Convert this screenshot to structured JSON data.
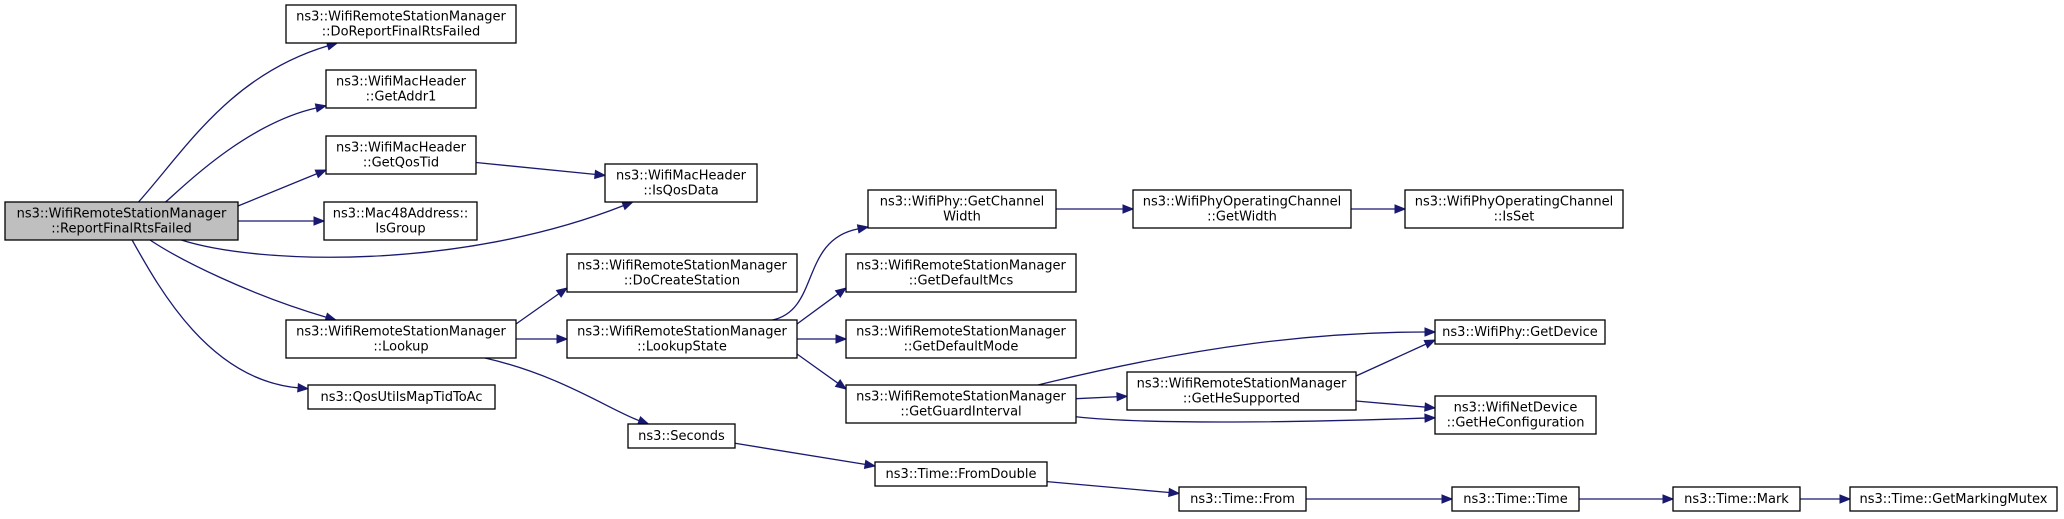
{
  "colors": {
    "edge": "#191970",
    "node_fill": "#ffffff",
    "root_fill": "#bfbfbf",
    "border": "#000000"
  },
  "nodes": [
    {
      "id": "n0",
      "lines": [
        "ns3::WifiRemoteStationManager",
        "::ReportFinalRtsFailed"
      ],
      "root": true
    },
    {
      "id": "n1",
      "lines": [
        "ns3::WifiRemoteStationManager",
        "::DoReportFinalRtsFailed"
      ]
    },
    {
      "id": "n2",
      "lines": [
        "ns3::WifiMacHeader",
        "::GetAddr1"
      ]
    },
    {
      "id": "n3",
      "lines": [
        "ns3::WifiMacHeader",
        "::GetQosTid"
      ]
    },
    {
      "id": "n4",
      "lines": [
        "ns3::WifiMacHeader",
        "::IsQosData"
      ]
    },
    {
      "id": "n5",
      "lines": [
        "ns3::Mac48Address::",
        "IsGroup"
      ]
    },
    {
      "id": "n6",
      "lines": [
        "ns3::WifiRemoteStationManager",
        "::Lookup"
      ]
    },
    {
      "id": "n7",
      "lines": [
        "ns3::QosUtilsMapTidToAc"
      ]
    },
    {
      "id": "n8",
      "lines": [
        "ns3::WifiRemoteStationManager",
        "::DoCreateStation"
      ]
    },
    {
      "id": "n9",
      "lines": [
        "ns3::WifiRemoteStationManager",
        "::LookupState"
      ]
    },
    {
      "id": "n10",
      "lines": [
        "ns3::Seconds"
      ]
    },
    {
      "id": "n11",
      "lines": [
        "ns3::WifiPhy::GetChannel",
        "Width"
      ]
    },
    {
      "id": "n12",
      "lines": [
        "ns3::WifiRemoteStationManager",
        "::GetDefaultMcs"
      ]
    },
    {
      "id": "n13",
      "lines": [
        "ns3::WifiRemoteStationManager",
        "::GetDefaultMode"
      ]
    },
    {
      "id": "n14",
      "lines": [
        "ns3::WifiRemoteStationManager",
        "::GetGuardInterval"
      ]
    },
    {
      "id": "n15",
      "lines": [
        "ns3::WifiPhyOperatingChannel",
        "::GetWidth"
      ]
    },
    {
      "id": "n16",
      "lines": [
        "ns3::WifiPhyOperatingChannel",
        "::IsSet"
      ]
    },
    {
      "id": "n17",
      "lines": [
        "ns3::WifiPhy::GetDevice"
      ]
    },
    {
      "id": "n18",
      "lines": [
        "ns3::WifiRemoteStationManager",
        "::GetHeSupported"
      ]
    },
    {
      "id": "n19",
      "lines": [
        "ns3::WifiNetDevice",
        "::GetHeConfiguration"
      ]
    },
    {
      "id": "n20",
      "lines": [
        "ns3::Time::FromDouble"
      ]
    },
    {
      "id": "n21",
      "lines": [
        "ns3::Time::From"
      ]
    },
    {
      "id": "n22",
      "lines": [
        "ns3::Time::Time"
      ]
    },
    {
      "id": "n23",
      "lines": [
        "ns3::Time::Mark"
      ]
    },
    {
      "id": "n24",
      "lines": [
        "ns3::Time::GetMarkingMutex"
      ]
    }
  ],
  "edges": [
    [
      "n0",
      "n1"
    ],
    [
      "n0",
      "n2"
    ],
    [
      "n0",
      "n3"
    ],
    [
      "n0",
      "n4"
    ],
    [
      "n0",
      "n5"
    ],
    [
      "n0",
      "n6"
    ],
    [
      "n0",
      "n7"
    ],
    [
      "n3",
      "n4"
    ],
    [
      "n6",
      "n8"
    ],
    [
      "n6",
      "n9"
    ],
    [
      "n6",
      "n10"
    ],
    [
      "n9",
      "n11"
    ],
    [
      "n9",
      "n12"
    ],
    [
      "n9",
      "n13"
    ],
    [
      "n9",
      "n14"
    ],
    [
      "n11",
      "n15"
    ],
    [
      "n15",
      "n16"
    ],
    [
      "n14",
      "n17"
    ],
    [
      "n14",
      "n18"
    ],
    [
      "n14",
      "n19"
    ],
    [
      "n18",
      "n17"
    ],
    [
      "n18",
      "n19"
    ],
    [
      "n10",
      "n20"
    ],
    [
      "n20",
      "n21"
    ],
    [
      "n21",
      "n22"
    ],
    [
      "n22",
      "n23"
    ],
    [
      "n23",
      "n24"
    ]
  ]
}
